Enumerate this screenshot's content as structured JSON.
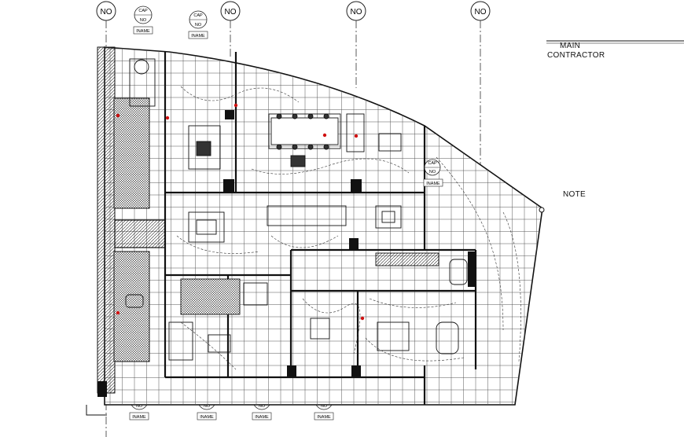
{
  "grid_markers": {
    "top": [
      "NO",
      "NO",
      "NO",
      "NO"
    ],
    "tags": {
      "cap": "CAP",
      "name": "INAME",
      "no": "NO",
      "label": "INAME"
    }
  },
  "title_block": {
    "line1": "MAIN",
    "line2": "CONTRACTOR"
  },
  "note_label": "NOTE",
  "plan_labels": {
    "rooms": [
      "INAME",
      "INAME",
      "INAME",
      "INAME"
    ]
  }
}
